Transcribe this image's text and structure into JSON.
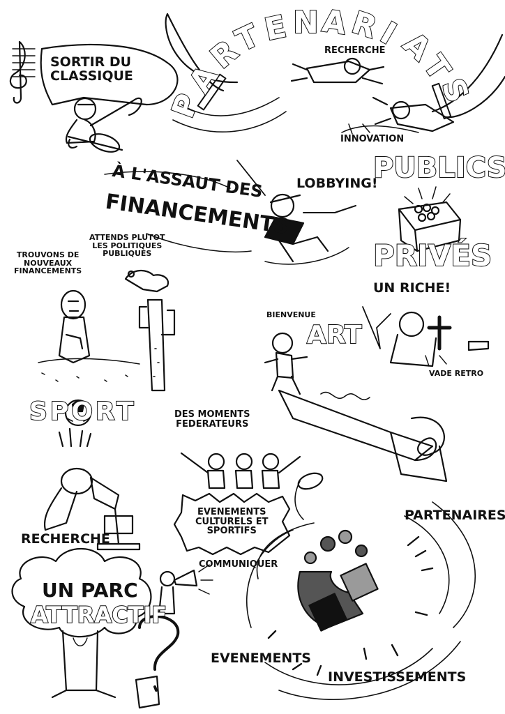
{
  "title": {
    "letters": [
      "P",
      "A",
      "R",
      "T",
      "E",
      "N",
      "A",
      "R",
      "I",
      "A",
      "T",
      "S"
    ]
  },
  "labels": {
    "sortir_classique": "SORTIR DU\nCLASSIQUE",
    "recherche_top": "RECHERCHE",
    "innovation": "INNOVATION",
    "assaut_line1": "À L'ASSAUT DES",
    "assaut_line2": "FINANCEMENTS",
    "lobbying": "LOBBYING!",
    "publics": "PUBLICS",
    "prives": "PRIVÉS",
    "un_riche": "UN RICHE!",
    "vade_retro": "VADE RETRO",
    "bienvenue": "BIENVENUE",
    "art": "ART",
    "trouvons": "TROUVONS DE\nNOUVEAUX\nFINANCEMENTS",
    "attends": "ATTENDS PLUTOT\nLES POLITIQUES\nPUBLIQUES",
    "sport": "SPORT",
    "recherche_bottom": "RECHERCHE",
    "moments": "DES MOMENTS\nFEDERATEURS",
    "evenements_culturels": "EVENEMENTS\nCULTURELS ET\nSPORTIFS",
    "partenaires": "PARTENAIRES",
    "communiquer": "COMMUNIQUER",
    "parc_line1": "UN PARC",
    "parc_line2": "ATTRACTIF",
    "evenements": "EVENEMENTS",
    "investissements": "INVESTISSEMENTS"
  },
  "colors": {
    "ink": "#111111",
    "paper": "#ffffff",
    "magnet_grey": "#9a9a9a",
    "dark_grey": "#555555"
  }
}
